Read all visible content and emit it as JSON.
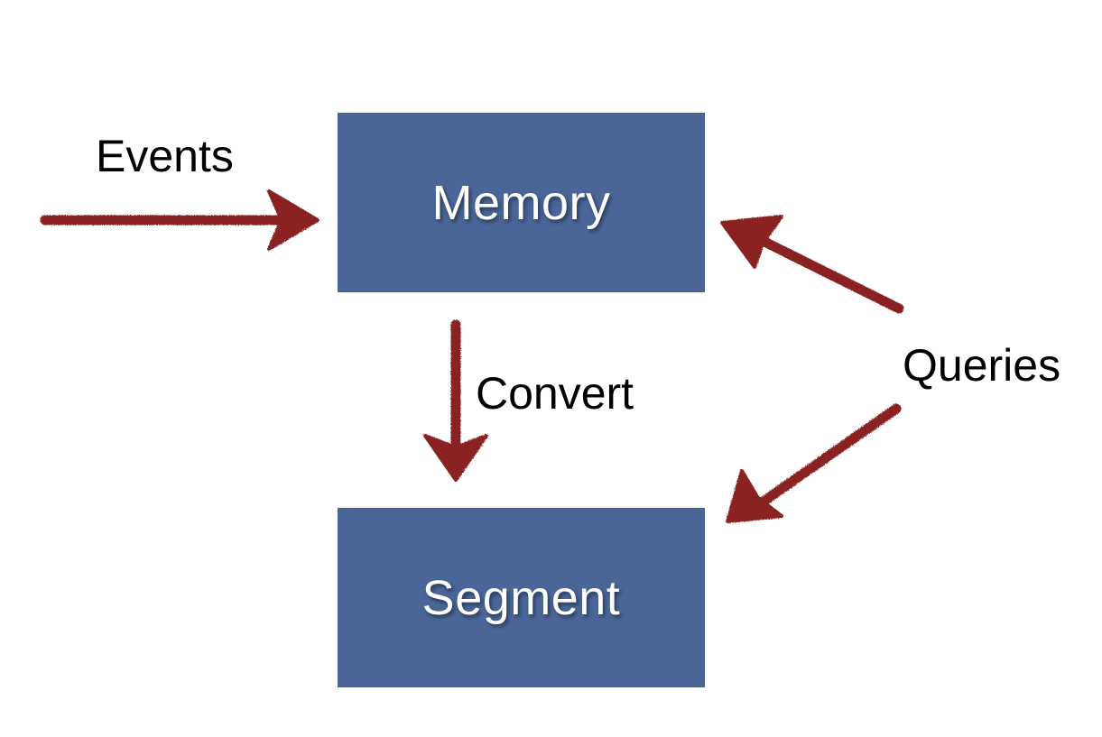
{
  "nodes": {
    "memory": "Memory",
    "segment": "Segment"
  },
  "edges": {
    "events": "Events",
    "convert": "Convert",
    "queries": "Queries"
  },
  "colors": {
    "box_fill": "#4a6699",
    "arrow": "#8b2323",
    "box_text": "#ffffff",
    "label_text": "#000000"
  }
}
